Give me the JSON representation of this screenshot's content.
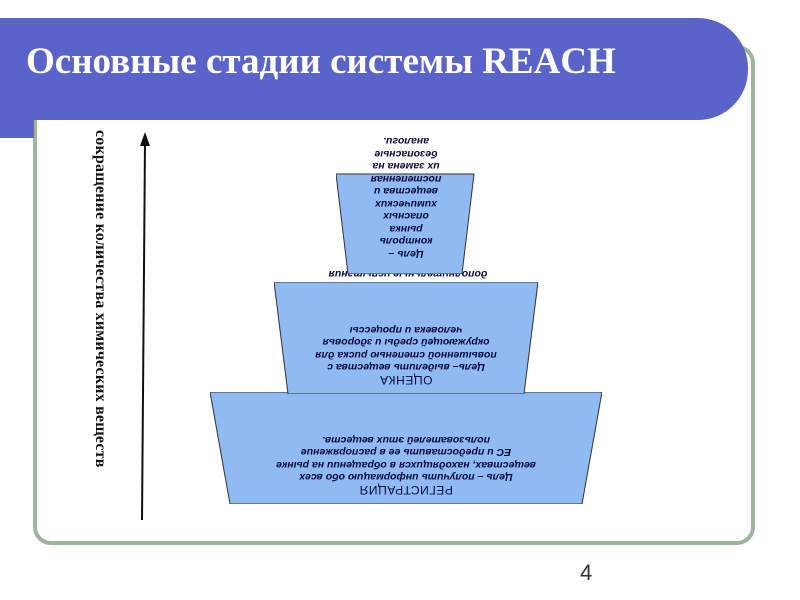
{
  "slide": {
    "title": "Основные стадии системы REACH",
    "page_number": "4",
    "vertical_label": "сокращение количества химических веществ",
    "colors": {
      "title_band": "#5a63c9",
      "frame": "#9fb39f",
      "tier_fill": "#8fbaf2"
    }
  },
  "pyramid": {
    "registration": {
      "title": "РЕГИСТРАЦИЯ",
      "text": "Цель – получить информацию обо всех веществах, находящихся в обращении на рынке ЕС и предоставить ее в распоряжение пользователей этих веществ."
    },
    "evaluation": {
      "title": "ОЦЕНКА",
      "text": "Цель– выделить вещества с повышенной степенью риска для окружающей среды и здоровья человека и процессы",
      "note": "дополнительные испытания"
    },
    "authorization": {
      "text": "Цель – контроль рынка опасных химических вещества и постепенная их замена на безопасные аналоги."
    }
  }
}
